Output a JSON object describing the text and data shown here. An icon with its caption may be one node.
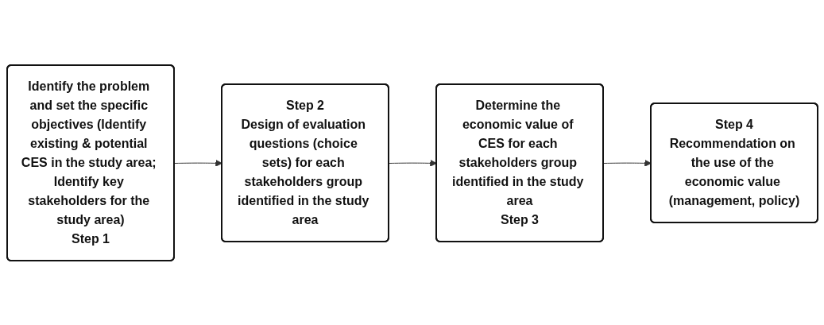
{
  "diagram": {
    "nodes": [
      {
        "text": [
          "Identify the problem and set the specific objectives (Identify existing & potential CES in the study area; Identify key stakeholders for the study area)",
          "Step 1"
        ]
      },
      {
        "text": [
          "Step 2",
          "Design of evaluation questions (choice sets) for each stakeholders group identified in the study area"
        ]
      },
      {
        "text": [
          "Determine the economic value of CES for each stakeholders group identified in the study area",
          "Step 3"
        ]
      },
      {
        "text": [
          "Step 4",
          "Recommendation on the use of the economic value (management, policy)"
        ]
      }
    ],
    "edges": [
      {
        "from": 0,
        "to": 1,
        "arrow": "to"
      },
      {
        "from": 1,
        "to": 2,
        "arrow": "to"
      },
      {
        "from": 2,
        "to": 3,
        "arrow": "to"
      }
    ]
  }
}
